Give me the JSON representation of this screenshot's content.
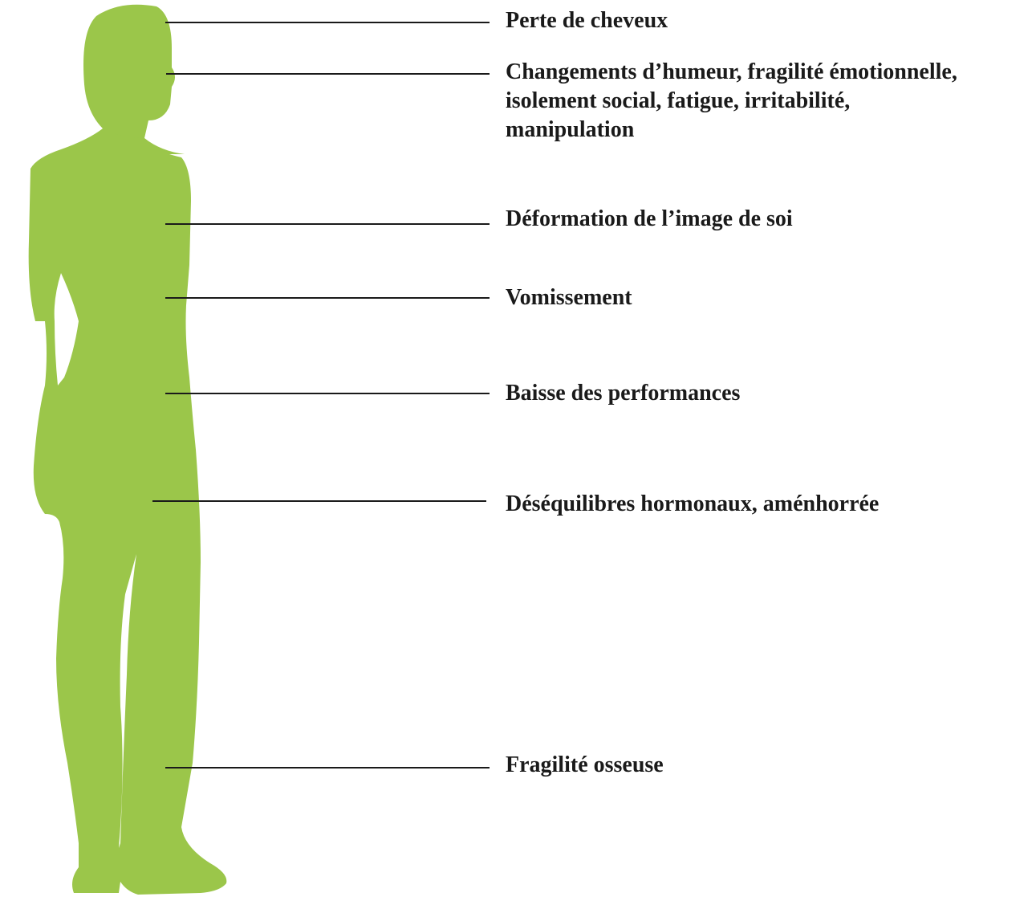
{
  "colors": {
    "body": "#9bc64a",
    "line": "#1a1a1a",
    "text": "#1a1a1a"
  },
  "labels": {
    "hair_loss": "Perte de cheveux",
    "mood": {
      "line1": "Changements d’humeur, fragilité émotionnelle,",
      "line2": "isolement social, fatigue, irritabilité,",
      "line3": "manipulation"
    },
    "self_image": "Déformation de l’image de soi",
    "vomiting": "Vomissement",
    "performance": "Baisse des performances",
    "hormonal": "Déséquilibres hormonaux, aménhorrée",
    "bones": "Fragilité osseuse"
  }
}
